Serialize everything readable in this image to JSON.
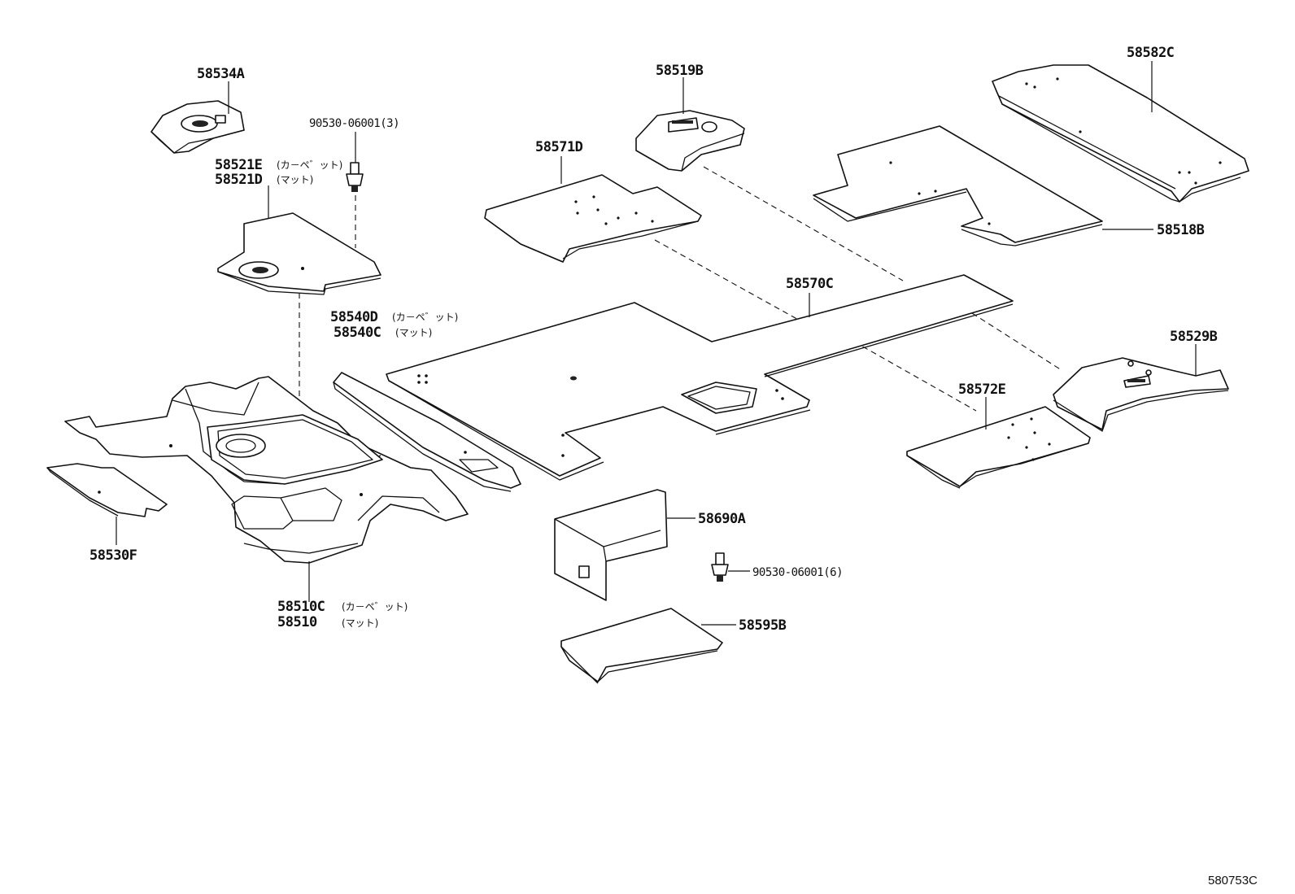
{
  "diagram_code": "580753C",
  "labels": {
    "p58534A": "58534A",
    "p90530_3": "90530-06001(3)",
    "p58521E": "58521E",
    "p58521E_note": "(カ－ペ゛ット)",
    "p58521D": "58521D",
    "p58521D_note": "(マット)",
    "p58540D": "58540D",
    "p58540D_note": "(カ－ペ゛ット)",
    "p58540C": "58540C",
    "p58540C_note": "(マット)",
    "p58530F": "58530F",
    "p58510C": "58510C",
    "p58510C_note": "(カ－ペ゛ット)",
    "p58510": "58510",
    "p58510_note": "(マット)",
    "p58519B": "58519B",
    "p58571D": "58571D",
    "p58570C": "58570C",
    "p58690A": "58690A",
    "p90530_6": "90530-06001(6)",
    "p58595B": "58595B",
    "p58582C": "58582C",
    "p58518B": "58518B",
    "p58529B": "58529B",
    "p58572E": "58572E"
  },
  "colors": {
    "ink": "#111111",
    "paper": "#ffffff"
  }
}
